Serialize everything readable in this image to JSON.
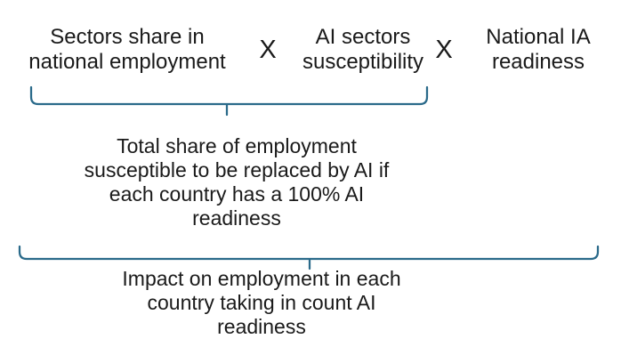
{
  "colors": {
    "background": "#ffffff",
    "text": "#1a1a1a",
    "brace": "#2a6a8a"
  },
  "formula": {
    "operator": "X",
    "factors": [
      {
        "label": "Sectors share in\nnational employment"
      },
      {
        "label": "AI sectors\nsusceptibility"
      },
      {
        "label": "National IA\nreadiness"
      }
    ]
  },
  "captions": {
    "partial_product": "Total share of employment\nsusceptible to be replaced by AI if\neach country has a 100% AI\nreadiness",
    "final_impact": "Impact on employment in each\ncountry taking in count AI\nreadiness"
  }
}
